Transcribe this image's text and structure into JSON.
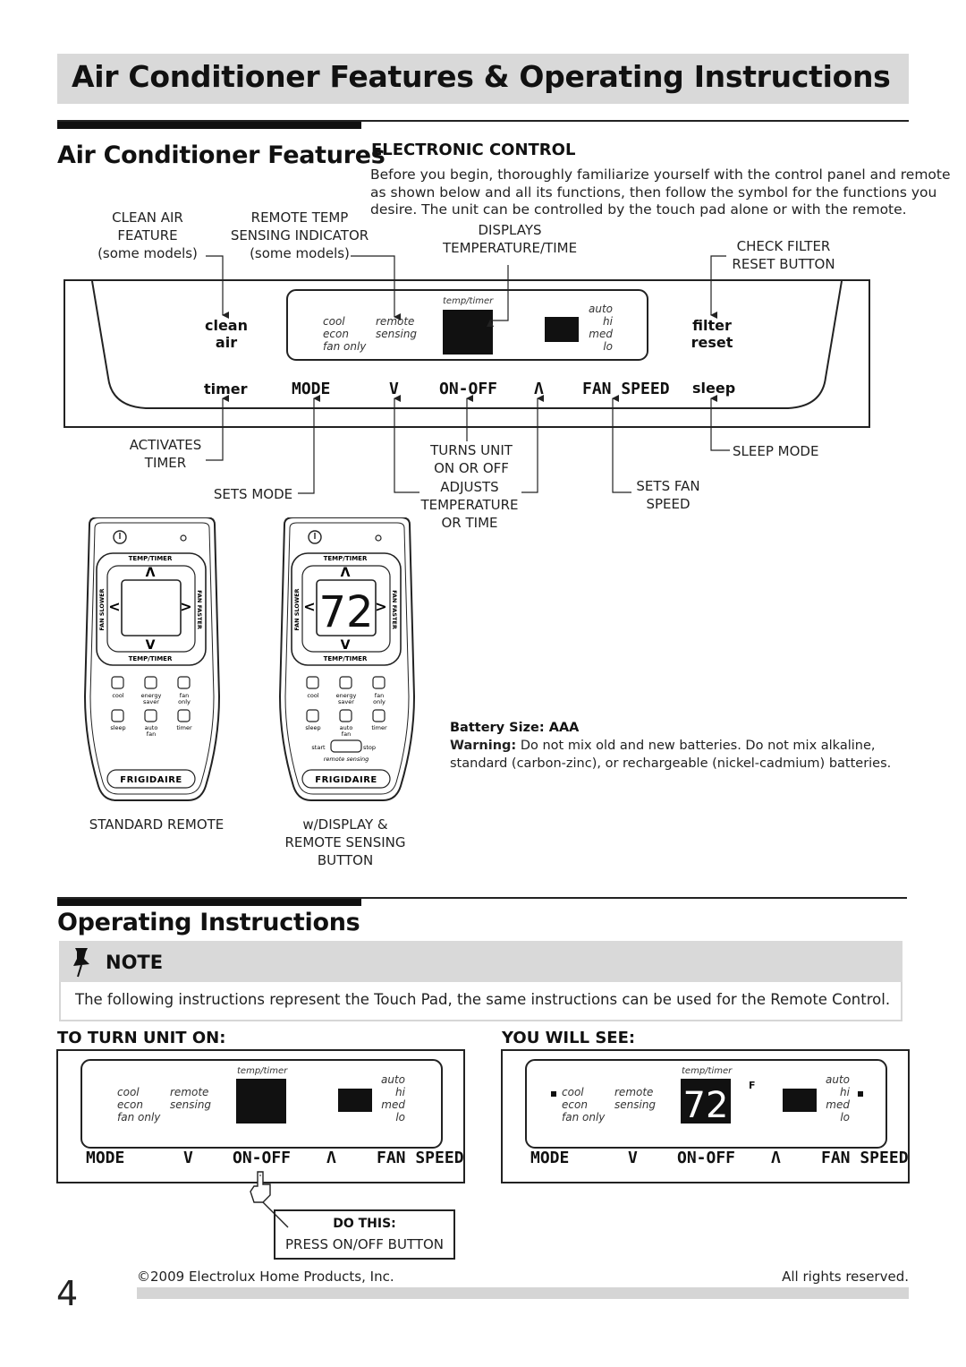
{
  "header": {
    "title": "Air Conditioner Features & Operating Instructions"
  },
  "features": {
    "title": "Air Conditioner Features",
    "electronic_control": {
      "heading": "ELECTRONIC CONTROL",
      "intro_lines": [
        "Before you begin, thoroughly familiarize yourself with the control panel and remote",
        "as shown below and all its functions, then follow the symbol for the functions you",
        "desire. The unit can be controlled by the touch pad alone or with the remote."
      ]
    },
    "callouts": {
      "clean_air": [
        "CLEAN AIR",
        "FEATURE",
        "(some models)"
      ],
      "remote_temp": [
        "REMOTE TEMP",
        "SENSING INDICATOR",
        "(some models)"
      ],
      "displays": [
        "DISPLAYS",
        "TEMPERATURE/TIME"
      ],
      "check_filter": [
        "CHECK FILTER",
        "RESET BUTTON"
      ],
      "activates_timer": [
        "ACTIVATES",
        "TIMER"
      ],
      "sets_mode": "SETS MODE",
      "turns_unit": [
        "TURNS UNIT",
        "ON OR OFF"
      ],
      "adjusts": [
        "ADJUSTS",
        "TEMPERATURE",
        "OR TIME"
      ],
      "sets_fan": [
        "SETS FAN",
        "SPEED"
      ],
      "sleep_mode": "SLEEP MODE"
    },
    "panel": {
      "clean_air": [
        "clean",
        "air"
      ],
      "filter_reset": [
        "filter",
        "reset"
      ],
      "modes": [
        "cool",
        "econ",
        "fan only"
      ],
      "remote_sensing": [
        "remote",
        "sensing"
      ],
      "temp_timer": "temp/timer",
      "speeds": [
        "auto",
        "hi",
        "med",
        "lo"
      ],
      "buttons": {
        "timer": "timer",
        "mode": "MODE",
        "down": "V",
        "on_off": "ON-OFF",
        "up": "Λ",
        "fan_speed": "FAN SPEED",
        "sleep": "sleep"
      }
    },
    "remotes": {
      "standard_caption": "STANDARD REMOTE",
      "display_caption": [
        "w/DISPLAY &",
        "REMOTE SENSING",
        "BUTTON"
      ],
      "temp_timer": "TEMP/TIMER",
      "fan_slower": "FAN SLOWER",
      "fan_faster": "FAN FASTER",
      "display_value": "72",
      "buttons_row1": [
        "cool",
        "energy saver",
        "fan only"
      ],
      "buttons_row2": [
        "sleep",
        "auto fan",
        "timer"
      ],
      "start": "start",
      "stop": "stop",
      "remote_sensing": "remote sensing",
      "brand": "FRIGIDAIRE"
    },
    "battery": {
      "size_label": "Battery Size: AAA",
      "warning_label": "Warning:",
      "warning_line1": "Do not mix old and new batteries. Do not mix alkaline,",
      "warning_line2": "standard (carbon-zinc), or rechargeable (nickel-cadmium) batteries."
    }
  },
  "operating": {
    "title": "Operating Instructions",
    "note_label": "NOTE",
    "note_text": "The following instructions represent the Touch Pad, the same instructions can be used for the Remote Control.",
    "turn_on_heading": "TO TURN UNIT ON:",
    "you_will_see_heading": "YOU WILL SEE:",
    "panel_buttons": {
      "mode": "MODE",
      "down": "V",
      "on_off": "ON-OFF",
      "up": "Λ",
      "fan_speed": "FAN SPEED"
    },
    "display_value": "72",
    "display_unit": "F",
    "do_this_label": "DO THIS:",
    "do_this_text": "PRESS ON/OFF BUTTON"
  },
  "footer": {
    "page_number": "4",
    "copyright": "©2009 Electrolux Home Products, Inc.",
    "rights": "All rights reserved."
  }
}
